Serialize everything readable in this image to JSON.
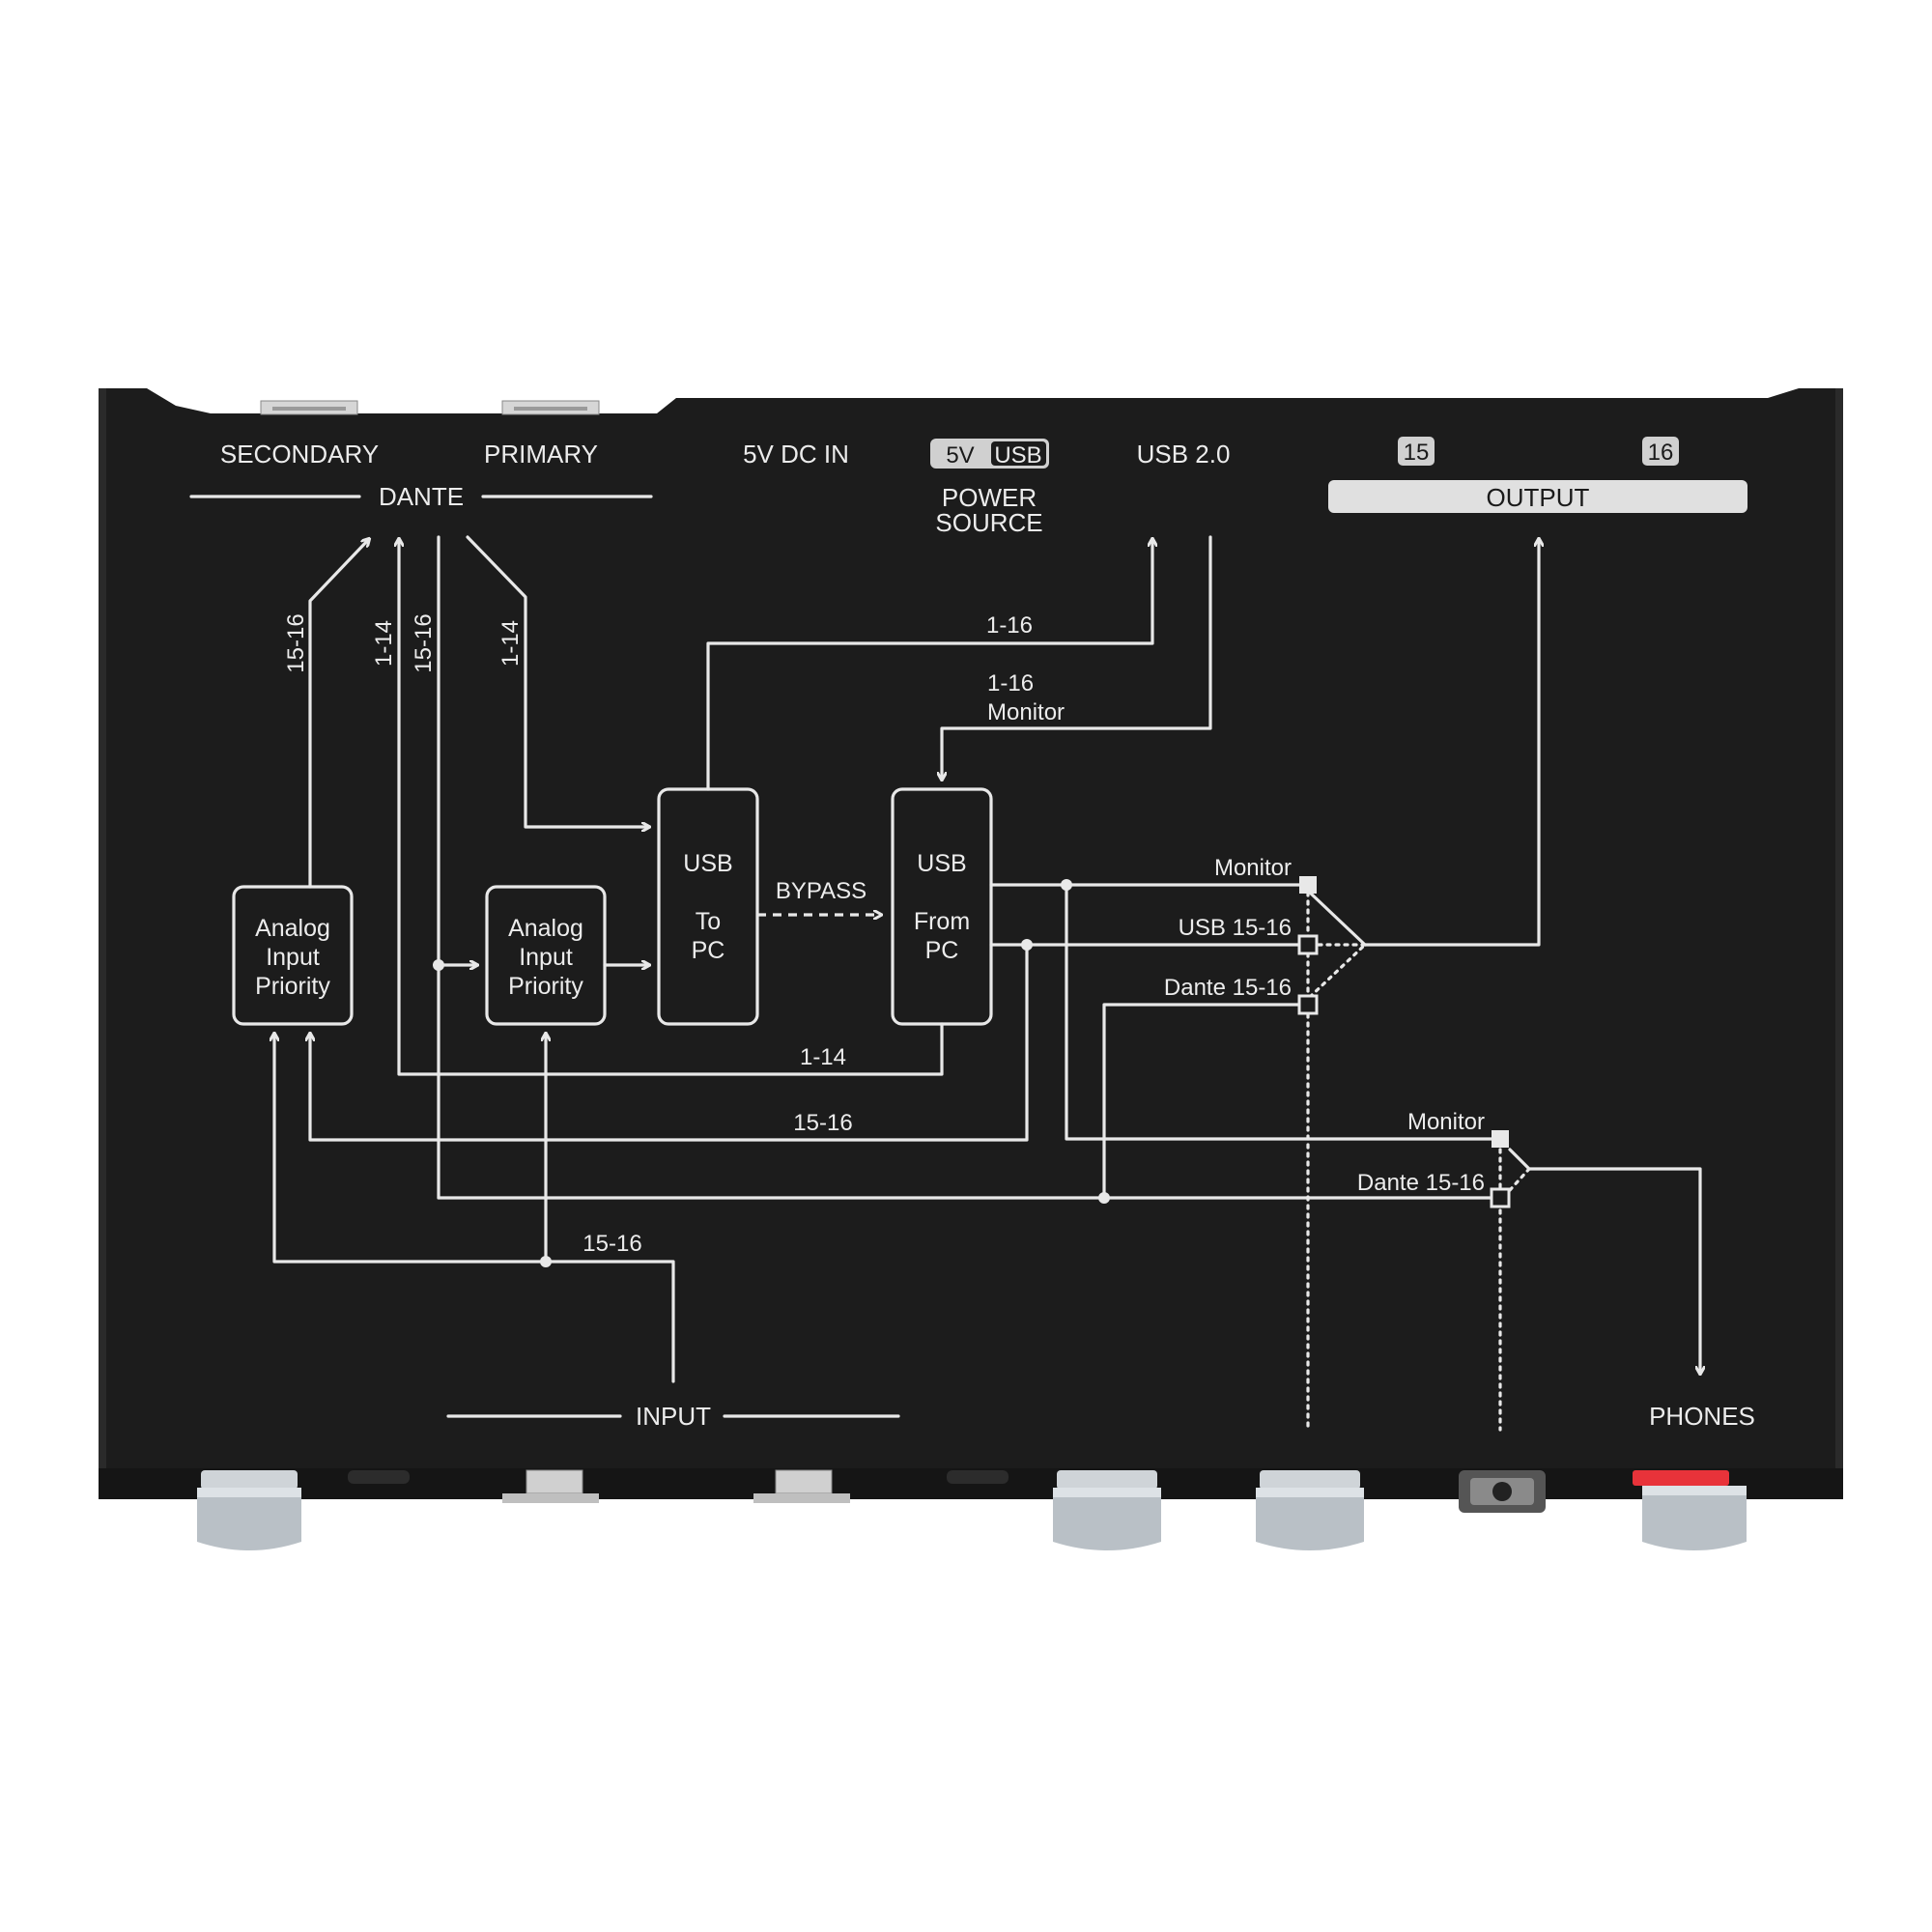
{
  "device": {
    "top_labels": {
      "secondary": "SECONDARY",
      "primary": "PRIMARY",
      "dante": "DANTE",
      "dc_in": "5V DC IN",
      "power_5v": "5V",
      "power_usb": "USB",
      "power_source_line1": "POWER",
      "power_source_line2": "SOURCE",
      "usb": "USB 2.0",
      "out_15": "15",
      "out_16": "16",
      "output": "OUTPUT"
    },
    "blocks": {
      "analog_input_priority_1": [
        "Analog",
        "Input",
        "Priority"
      ],
      "analog_input_priority_2": [
        "Analog",
        "Input",
        "Priority"
      ],
      "usb_to_pc": [
        "USB",
        "To",
        "PC"
      ],
      "usb_from_pc": [
        "USB",
        "From",
        "PC"
      ]
    },
    "signal_labels": {
      "sec_15_16": "15-16",
      "sec_1_14": "1-14",
      "sec_15_16_b": "15-16",
      "pri_1_14": "1-14",
      "usb_1_16": "1-16",
      "usb_monitor_1": "1-16",
      "usb_monitor_2": "Monitor",
      "bypass": "BYPASS",
      "ret_1_14": "1-14",
      "ret_15_16": "15-16",
      "input_15_16": "15-16"
    },
    "output_selector": {
      "monitor": "Monitor",
      "usb_15_16": "USB  15-16",
      "dante_15_16": "Dante  15-16"
    },
    "phones_selector": {
      "monitor": "Monitor",
      "dante_15_16": "Dante  15-16"
    },
    "bottom_labels": {
      "input": "INPUT",
      "phones": "PHONES"
    }
  }
}
